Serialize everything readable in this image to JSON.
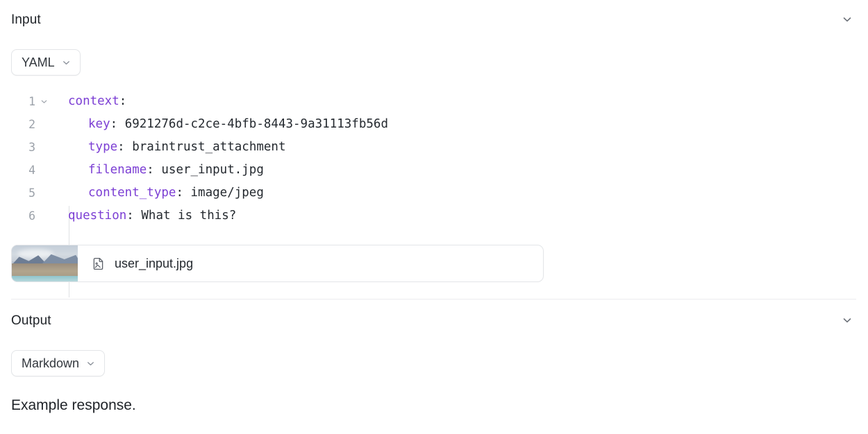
{
  "input": {
    "title": "Input",
    "collapse_icon": "chevron-down-icon",
    "format_select": {
      "value": "YAML",
      "caret_icon": "chevron-down-icon"
    },
    "code": {
      "language": "yaml",
      "lines": [
        {
          "number": "1",
          "foldable": true,
          "indent": 0,
          "key": "context",
          "punct": ":",
          "value": ""
        },
        {
          "number": "2",
          "foldable": false,
          "indent": 1,
          "key": "key",
          "punct": ":",
          "value": " 6921276d-c2ce-4bfb-8443-9a31113fb56d"
        },
        {
          "number": "3",
          "foldable": false,
          "indent": 1,
          "key": "type",
          "punct": ":",
          "value": " braintrust_attachment"
        },
        {
          "number": "4",
          "foldable": false,
          "indent": 1,
          "key": "filename",
          "punct": ":",
          "value": " user_input.jpg"
        },
        {
          "number": "5",
          "foldable": false,
          "indent": 1,
          "key": "content_type",
          "punct": ":",
          "value": " image/jpeg"
        },
        {
          "number": "6",
          "foldable": false,
          "indent": 0,
          "key": "question",
          "punct": ":",
          "value": " What is this?"
        }
      ]
    },
    "attachment": {
      "file_name": "user_input.jpg",
      "file_icon": "file-image-icon",
      "thumbnail_alt": "mountain-landscape-thumbnail"
    }
  },
  "output": {
    "title": "Output",
    "collapse_icon": "chevron-down-icon",
    "format_select": {
      "value": "Markdown",
      "caret_icon": "chevron-down-icon"
    },
    "body_text": "Example response."
  },
  "colors": {
    "key_token": "#7c3fd4",
    "text": "#24292f",
    "muted": "#9ba1a9",
    "border": "#e3e5e8",
    "divider": "#ececee",
    "background": "#ffffff"
  }
}
